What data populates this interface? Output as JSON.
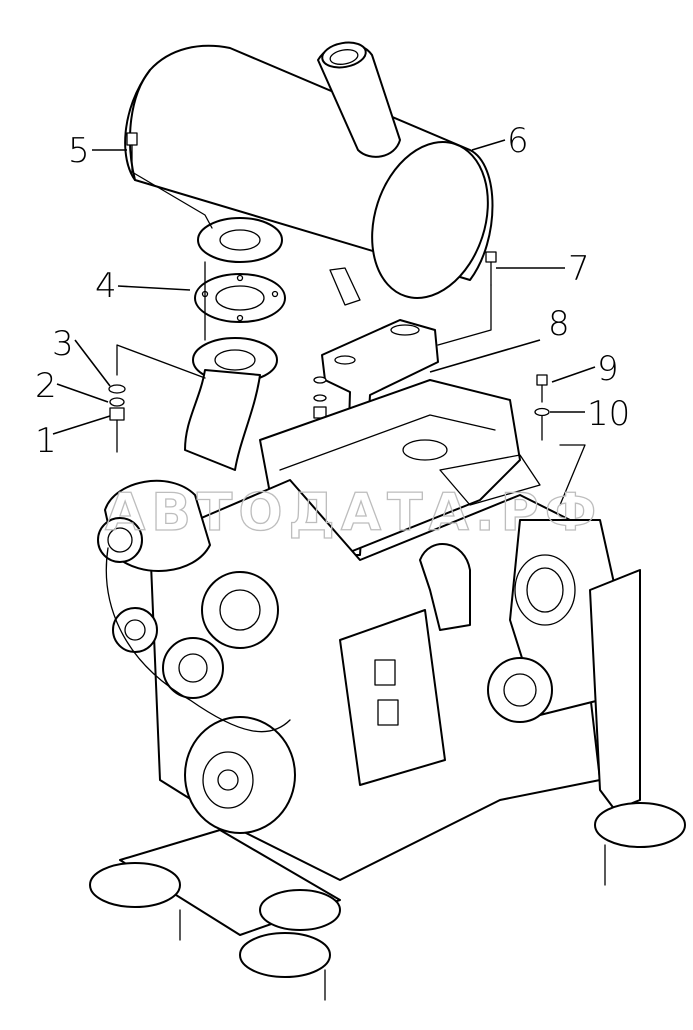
{
  "callouts": [
    {
      "id": "1",
      "label": "1"
    },
    {
      "id": "2",
      "label": "2"
    },
    {
      "id": "3",
      "label": "3"
    },
    {
      "id": "4",
      "label": "4"
    },
    {
      "id": "5",
      "label": "5"
    },
    {
      "id": "6",
      "label": "6"
    },
    {
      "id": "7",
      "label": "7"
    },
    {
      "id": "8",
      "label": "8"
    },
    {
      "id": "9",
      "label": "9"
    },
    {
      "id": "10",
      "label": "10"
    }
  ],
  "watermark": {
    "text": "АВТОДАТА.РФ"
  },
  "colors": {
    "line": "#000000",
    "background": "#ffffff",
    "watermark": "#bdbdbd"
  }
}
